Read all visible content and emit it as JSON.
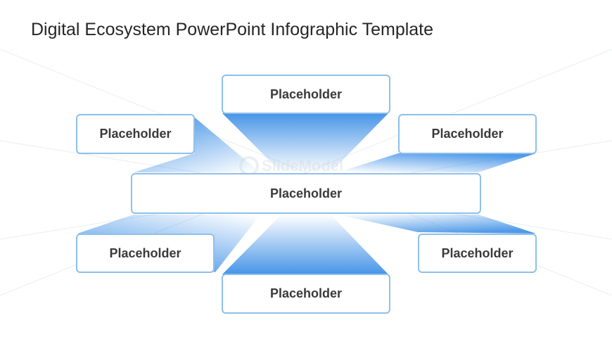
{
  "slide": {
    "title": "Digital Ecosystem PowerPoint Infographic Template",
    "watermark": "SlideModel"
  },
  "diagram": {
    "center": {
      "label": "Placeholder"
    },
    "top": {
      "label": "Placeholder"
    },
    "upper_left": {
      "label": "Placeholder"
    },
    "upper_right": {
      "label": "Placeholder"
    },
    "lower_left": {
      "label": "Placeholder"
    },
    "lower_right": {
      "label": "Placeholder"
    },
    "bottom": {
      "label": "Placeholder"
    }
  },
  "colors": {
    "box_border": "#8fc0ea",
    "ray_blue": "#3d8fe6",
    "text": "#3a3a3a",
    "title": "#262626"
  }
}
